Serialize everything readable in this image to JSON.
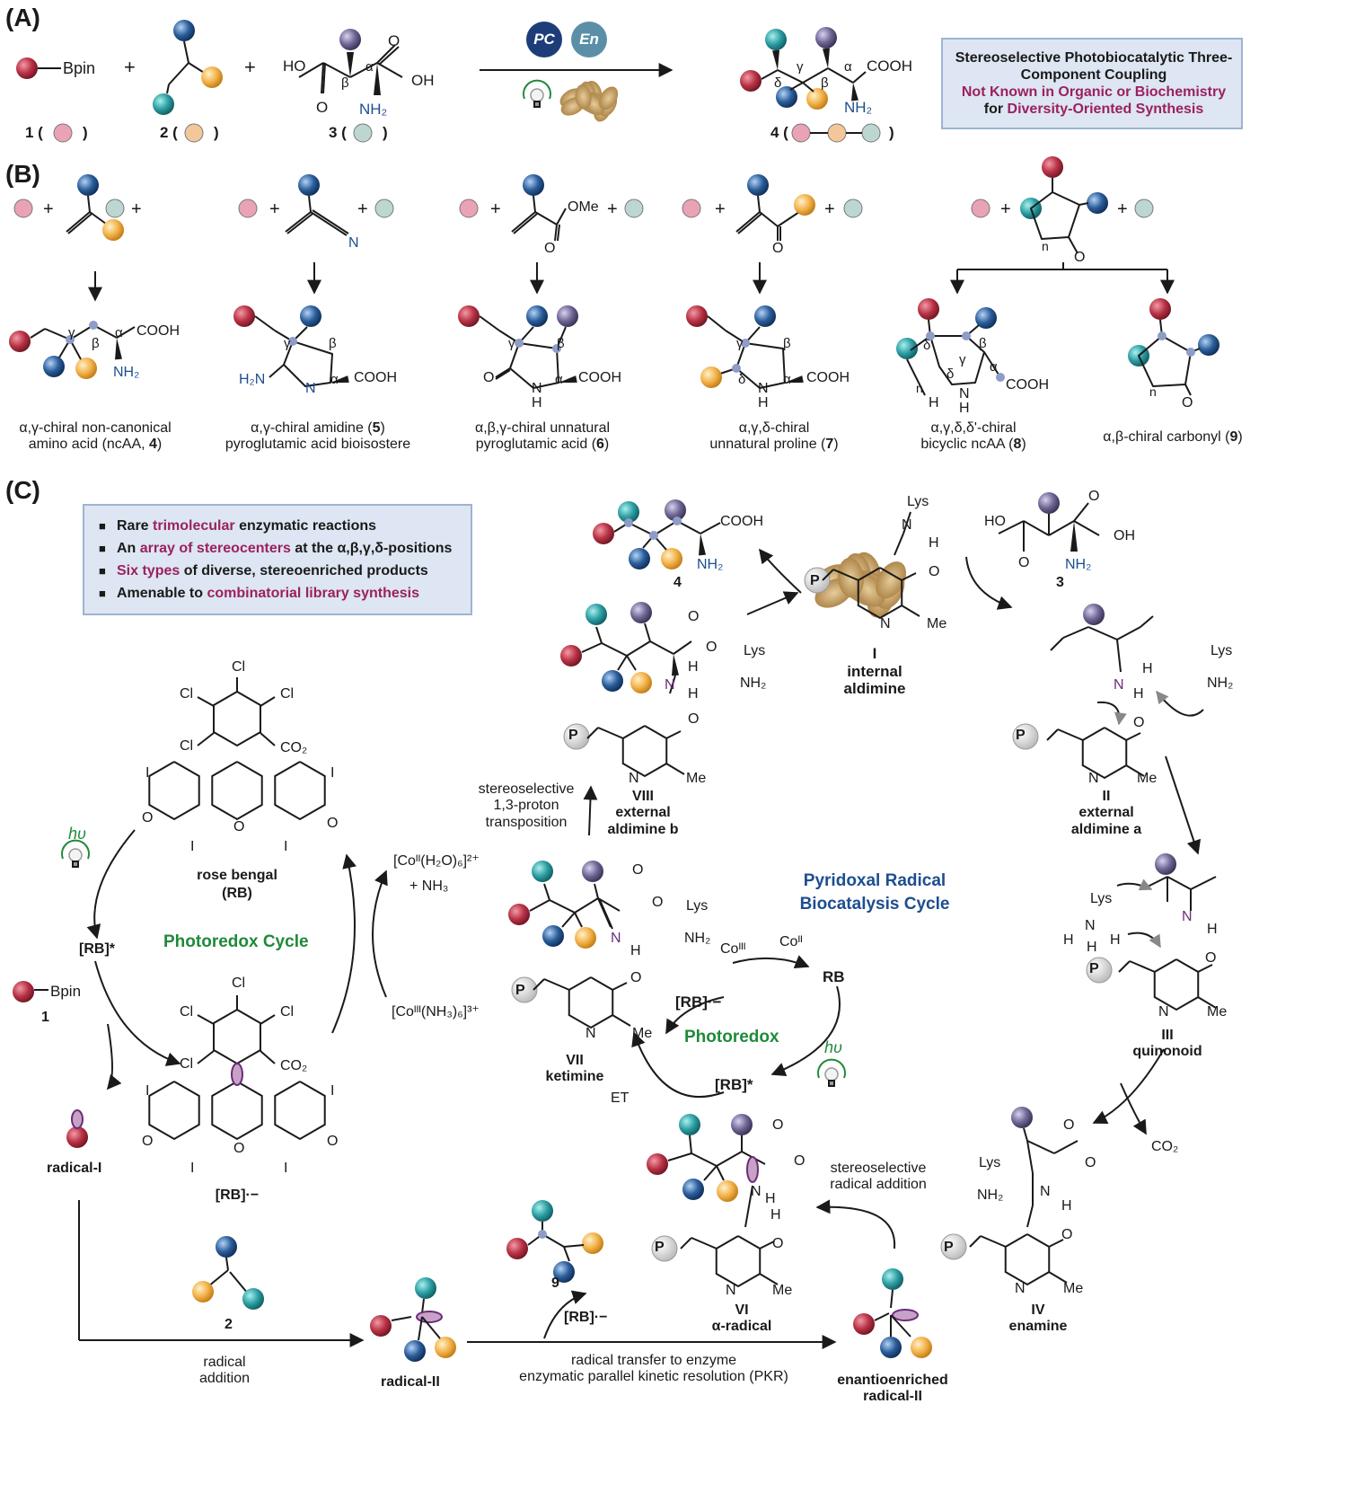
{
  "sections": {
    "a": "(A)",
    "b": "(B)",
    "c": "(C)"
  },
  "colors": {
    "red": "#b83245",
    "orange": "#f2b24b",
    "teal": "#2d9ea3",
    "blue": "#2b5e9b",
    "purple": "#6f6694",
    "pink": "#e9a3b5",
    "peach": "#f3c79a",
    "mint": "#bcd7d1",
    "box_fill": "#dde6f2",
    "box_border": "#9db4d3",
    "accent_magenta": "#9b2160",
    "accent_green": "#1f8a3a",
    "accent_blue": "#1d4e8f",
    "enzyme": "#c9a46c"
  },
  "panel_a": {
    "bpin": "Bpin",
    "plus": "+",
    "diacid_ho": "HO",
    "diacid_oh": "OH",
    "diacid_o1": "O",
    "diacid_o2": "O",
    "beta": "β",
    "alpha": "α",
    "gamma": "γ",
    "delta": "δ",
    "nh2": "NH₂",
    "cooh": "COOH",
    "label_1": "1 (",
    "label_2": "2 (",
    "label_3": "3 (",
    "label_4": "4 (",
    "close_paren": ")",
    "badge_pc": "PC",
    "badge_en": "En",
    "box_line1": "Stereoselective Photobiocatalytic Three-",
    "box_line2": "Component Coupling",
    "box_line3": "Not Known in Organic or Biochemistry",
    "box_line4_pre": "for ",
    "box_line4_hl": "Diversity-Oriented Synthesis"
  },
  "panel_b": {
    "plus": "+",
    "n": "N",
    "ome": "OMe",
    "o": "O",
    "nh": "NH",
    "h": "H",
    "h2n": "H₂N",
    "nh2": "NH₂",
    "cooh": "COOH",
    "ring_n": "n",
    "alpha": "α",
    "beta": "β",
    "gamma": "γ",
    "delta": "δ",
    "delta_prime": "δ'",
    "cap1_l1": "α,γ-chiral non-canonical",
    "cap1_l2": "amino acid (ncAA, ",
    "cap1_num": "4",
    "cap1_end": ")",
    "cap2_l1": "α,γ-chiral amidine (",
    "cap2_num": "5",
    "cap2_end": ")",
    "cap2_l2": "pyroglutamic acid bioisostere",
    "cap3_l1": "α,β,γ-chiral unnatural",
    "cap3_l2": "pyroglutamic acid (",
    "cap3_num": "6",
    "cap3_end": ")",
    "cap4_l1": "α,γ,δ-chiral",
    "cap4_l2": "unnatural proline (",
    "cap4_num": "7",
    "cap4_end": ")",
    "cap5_l1": "α,γ,δ,δ'-chiral",
    "cap5_l2": "bicyclic ncAA (",
    "cap5_num": "8",
    "cap5_end": ")",
    "cap6_l1": "α,β-chiral carbonyl (",
    "cap6_num": "9",
    "cap6_end": ")"
  },
  "panel_c": {
    "bullets": [
      {
        "pre": "Rare ",
        "hl": "trimolecular",
        "post": " enzymatic reactions"
      },
      {
        "pre": "An ",
        "hl": "array of stereocenters",
        "post": " at the α,β,γ,δ-positions"
      },
      {
        "pre": "",
        "hl": "Six types",
        "post": " of diverse, stereoenriched products"
      },
      {
        "pre": "Amenable to ",
        "hl": "combinatorial library synthesis",
        "post": ""
      }
    ],
    "cl": "Cl",
    "i": "I",
    "o": "O",
    "co2": "CO₂",
    "rose_bengal": "rose bengal",
    "rb_abbr": "(RB)",
    "hv": "hυ",
    "rb_star": "[RB]*",
    "rb_rad_anion": "[RB]·−",
    "rb": "RB",
    "photoredox_cycle": "Photoredox Cycle",
    "bpin": "Bpin",
    "num_1": "1",
    "num_2": "2",
    "num_3": "3",
    "num_4": "4",
    "num_9": "9",
    "radical_i": "radical-I",
    "radical_ii": "radical-II",
    "enantio_l1": "enantioenriched",
    "enantio_l2": "radical-II",
    "radical_addition_l1": "radical",
    "radical_addition_l2": "addition",
    "rt_l1": "radical transfer to enzyme",
    "rt_l2": "enzymatic parallel kinetic resolution (PKR)",
    "co_aqua": "[Coᴵᴵ(H₂O)₆]²⁺",
    "nh3": "+ NH₃",
    "co_ammine": "[Coᴵᴵᴵ(NH₃)₆]³⁺",
    "co_iii": "Coᴵᴵᴵ",
    "co_ii": "Coᴵᴵ",
    "stereo_13_l1": "stereoselective",
    "stereo_13_l2": "1,3-proton",
    "stereo_13_l3": "transposition",
    "stereo_add_l1": "stereoselective",
    "stereo_add_l2": "radical addition",
    "pyridoxal_l1": "Pyridoxal Radical",
    "pyridoxal_l2": "Biocatalysis Cycle",
    "photoredox": "Photoredox",
    "et": "ET",
    "lys": "Lys",
    "nh2": "NH₂",
    "n": "N",
    "h": "H",
    "me": "Me",
    "p": "P",
    "cooh": "COOH",
    "ho": "HO",
    "oh": "OH",
    "co2_gas": "CO₂",
    "int_I": "I",
    "int_I_l1": "internal",
    "int_I_l2": "aldimine",
    "int_II": "II",
    "int_II_l1": "external",
    "int_II_l2": "aldimine a",
    "int_III": "III",
    "int_III_l1": "quinonoid",
    "int_IV": "IV",
    "int_IV_l1": "enamine",
    "int_VI": "VI",
    "int_VI_l1": "α-radical",
    "int_VII": "VII",
    "int_VII_l1": "ketimine",
    "int_VIII": "VIII",
    "int_VIII_l1": "external",
    "int_VIII_l2": "aldimine b"
  }
}
